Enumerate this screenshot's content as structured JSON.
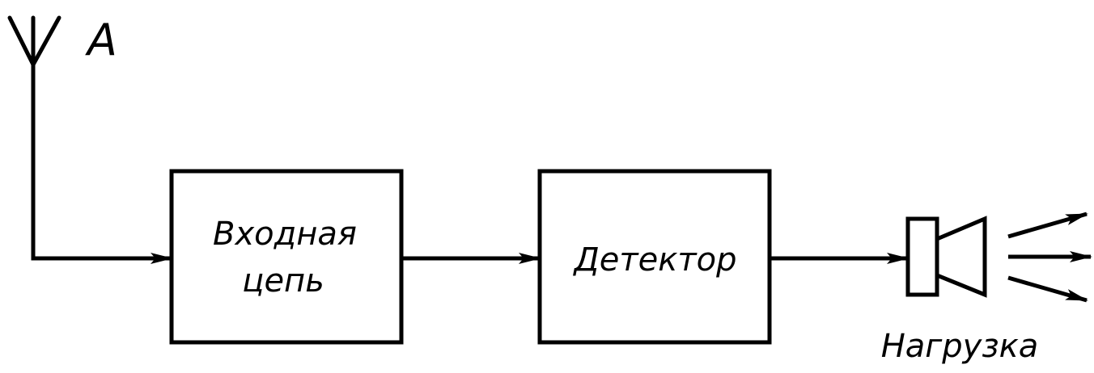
{
  "diagram": {
    "antenna_label": "A",
    "input_block": {
      "line1": "Входная",
      "line2": "цепь"
    },
    "detector_block": {
      "label": "Детектор"
    },
    "load_label": "Нагрузка"
  },
  "colors": {
    "stroke": "#000000",
    "background": "#ffffff"
  }
}
